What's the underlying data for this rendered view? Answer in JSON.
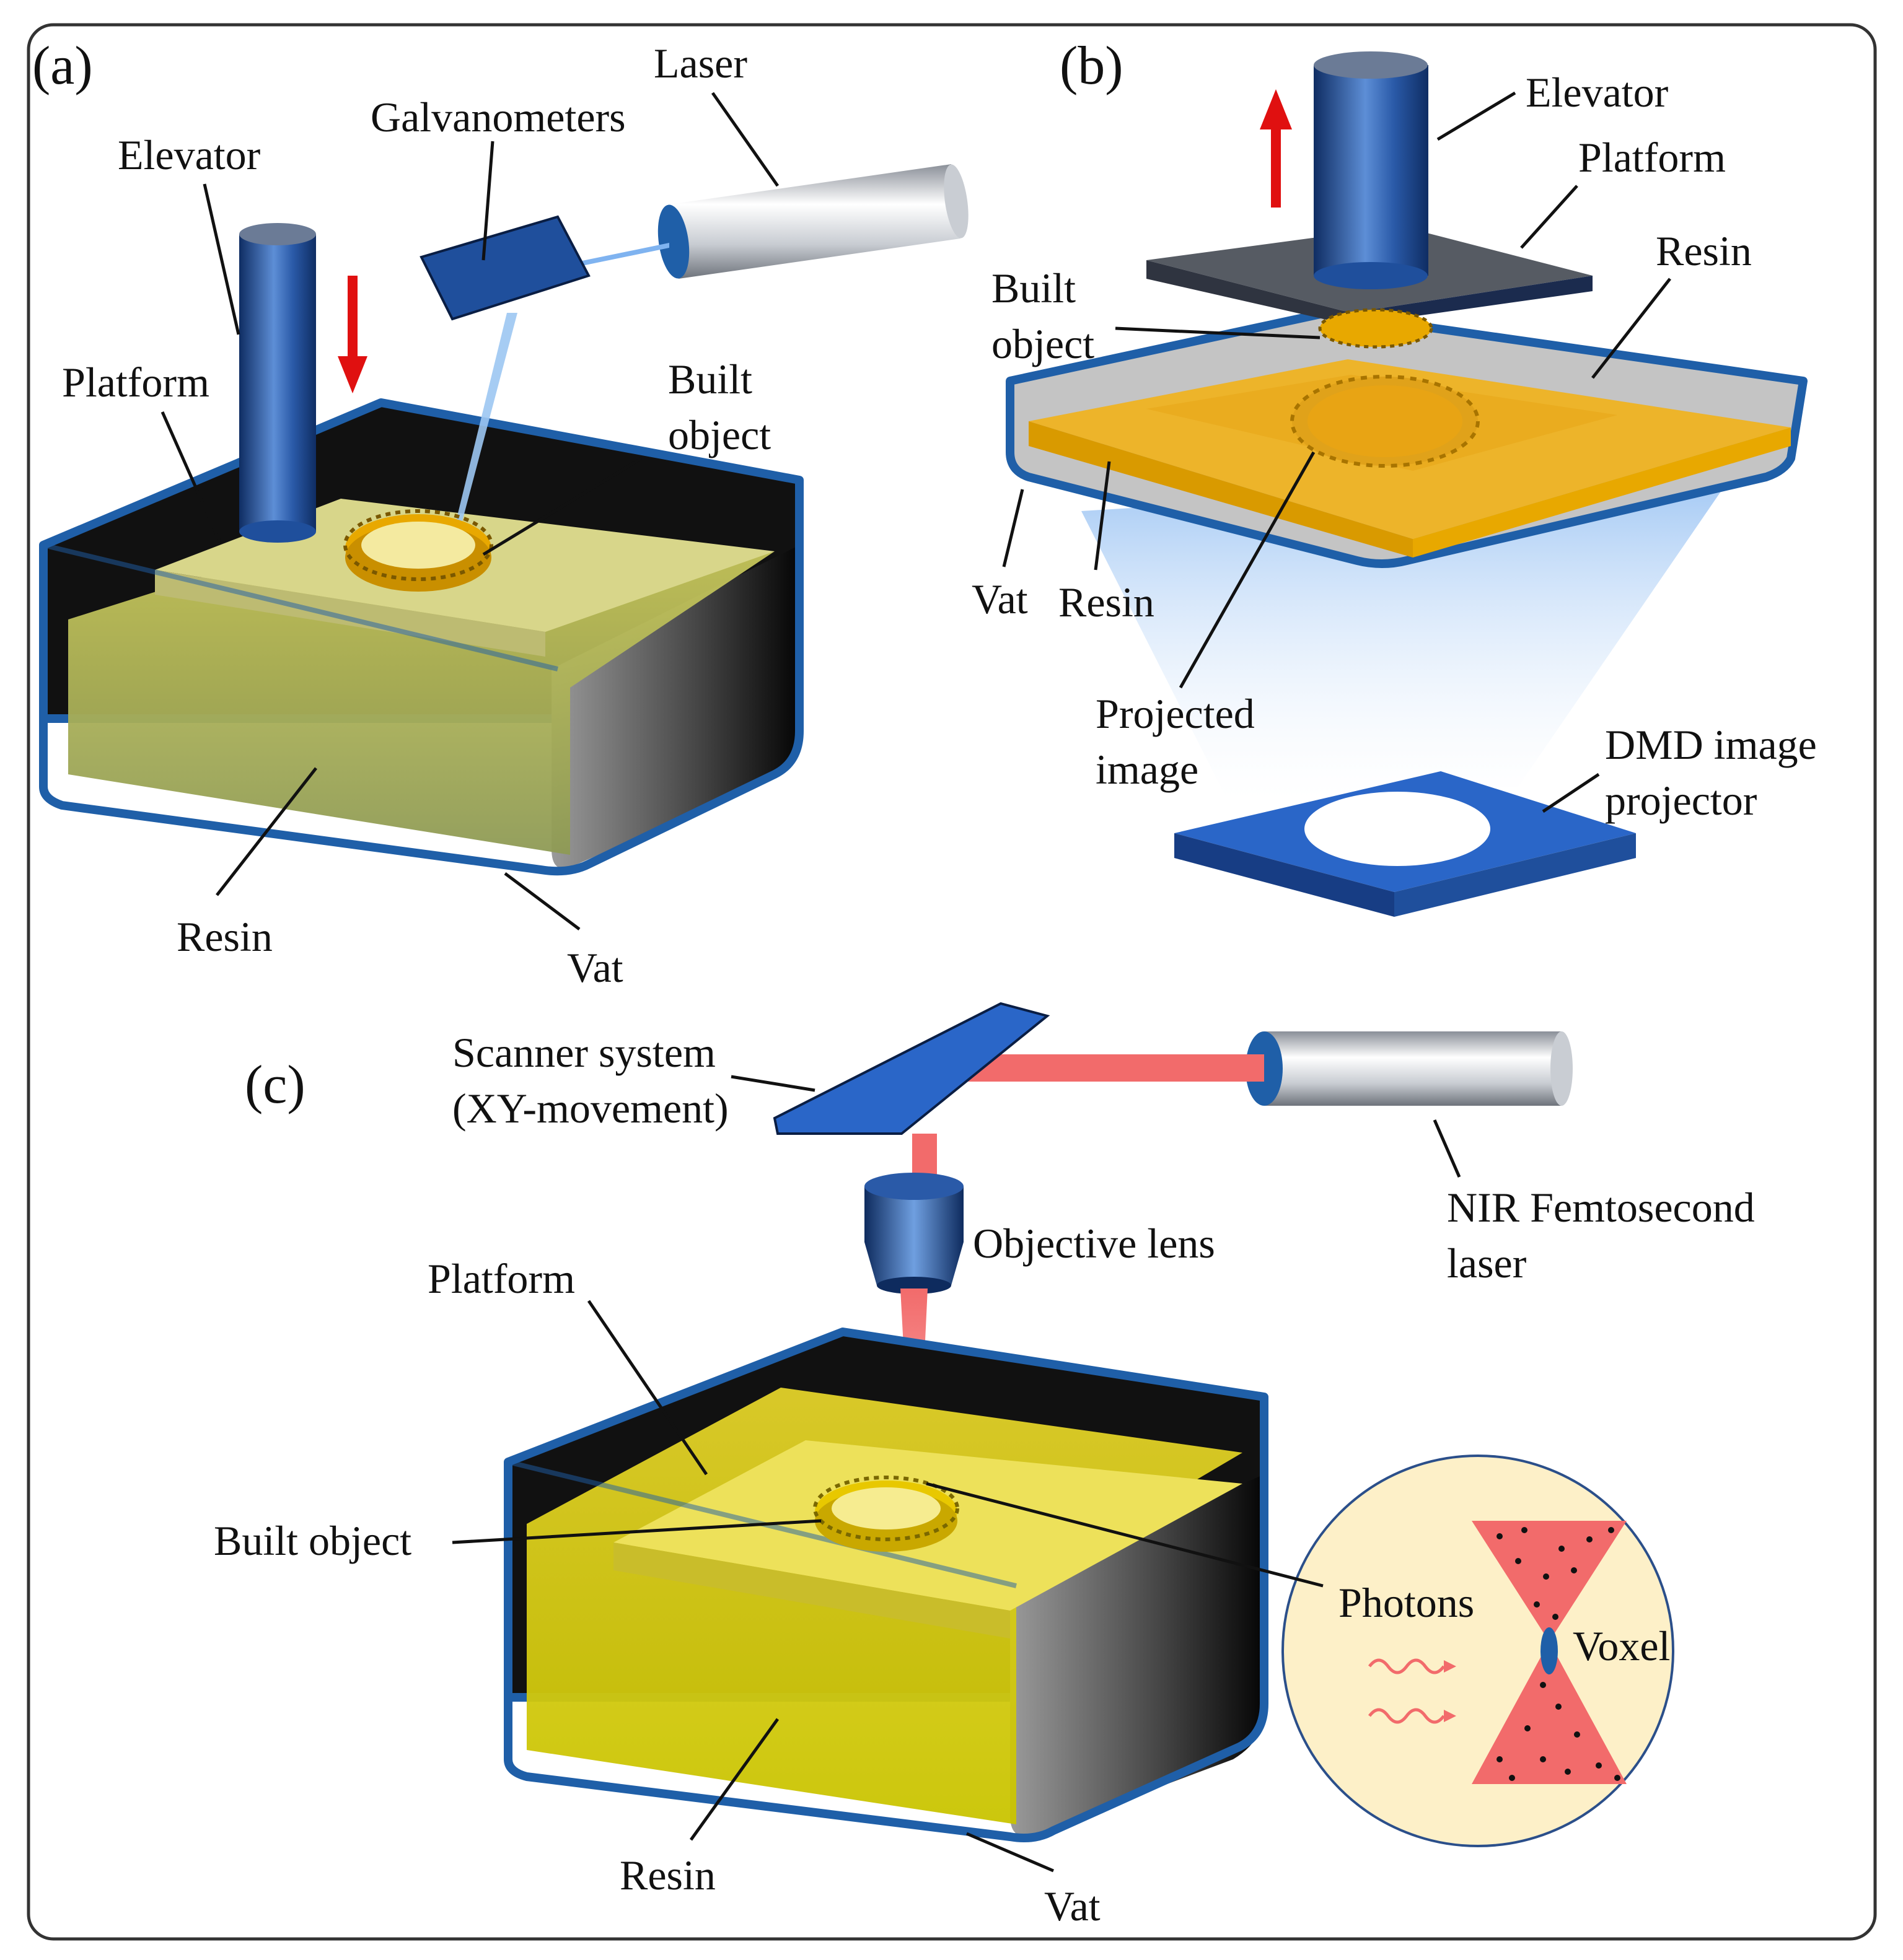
{
  "panels": {
    "a": {
      "tag": "(a)",
      "labels": {
        "laser": "Laser",
        "galvanometers": "Galvanometers",
        "elevator": "Elevator",
        "platform": "Platform",
        "built_1": "Built",
        "built_2": "object",
        "resin": "Resin",
        "vat": "Vat"
      }
    },
    "b": {
      "tag": "(b)",
      "labels": {
        "elevator": "Elevator",
        "platform": "Platform",
        "resin_top": "Resin",
        "built_1": "Built",
        "built_2": "object",
        "vat": "Vat",
        "resin_bottom": "Resin",
        "projected_1": "Projected",
        "projected_2": "image",
        "dmd_1": "DMD image",
        "dmd_2": "projector"
      }
    },
    "c": {
      "tag": "(c)",
      "labels": {
        "scanner_1": "Scanner system",
        "scanner_2": "(XY-movement)",
        "objective": "Objective lens",
        "nir_1": "NIR Femtosecond",
        "nir_2": "laser",
        "platform": "Platform",
        "built": "Built object",
        "resin": "Resin",
        "vat": "Vat",
        "photons": "Photons",
        "voxel": "Voxel"
      }
    }
  },
  "colors": {
    "frame": "#333333",
    "vat_blue": "#1f5fa8",
    "deep_blue": "#1f4f9c",
    "resin_yellow": "#d9cc3a",
    "resin_orange": "#f2b21a",
    "gear_gold": "#e8a800",
    "laser_red": "#f26b6b",
    "arrow_red": "#e01010",
    "inset_bg": "#fdf0c8"
  }
}
